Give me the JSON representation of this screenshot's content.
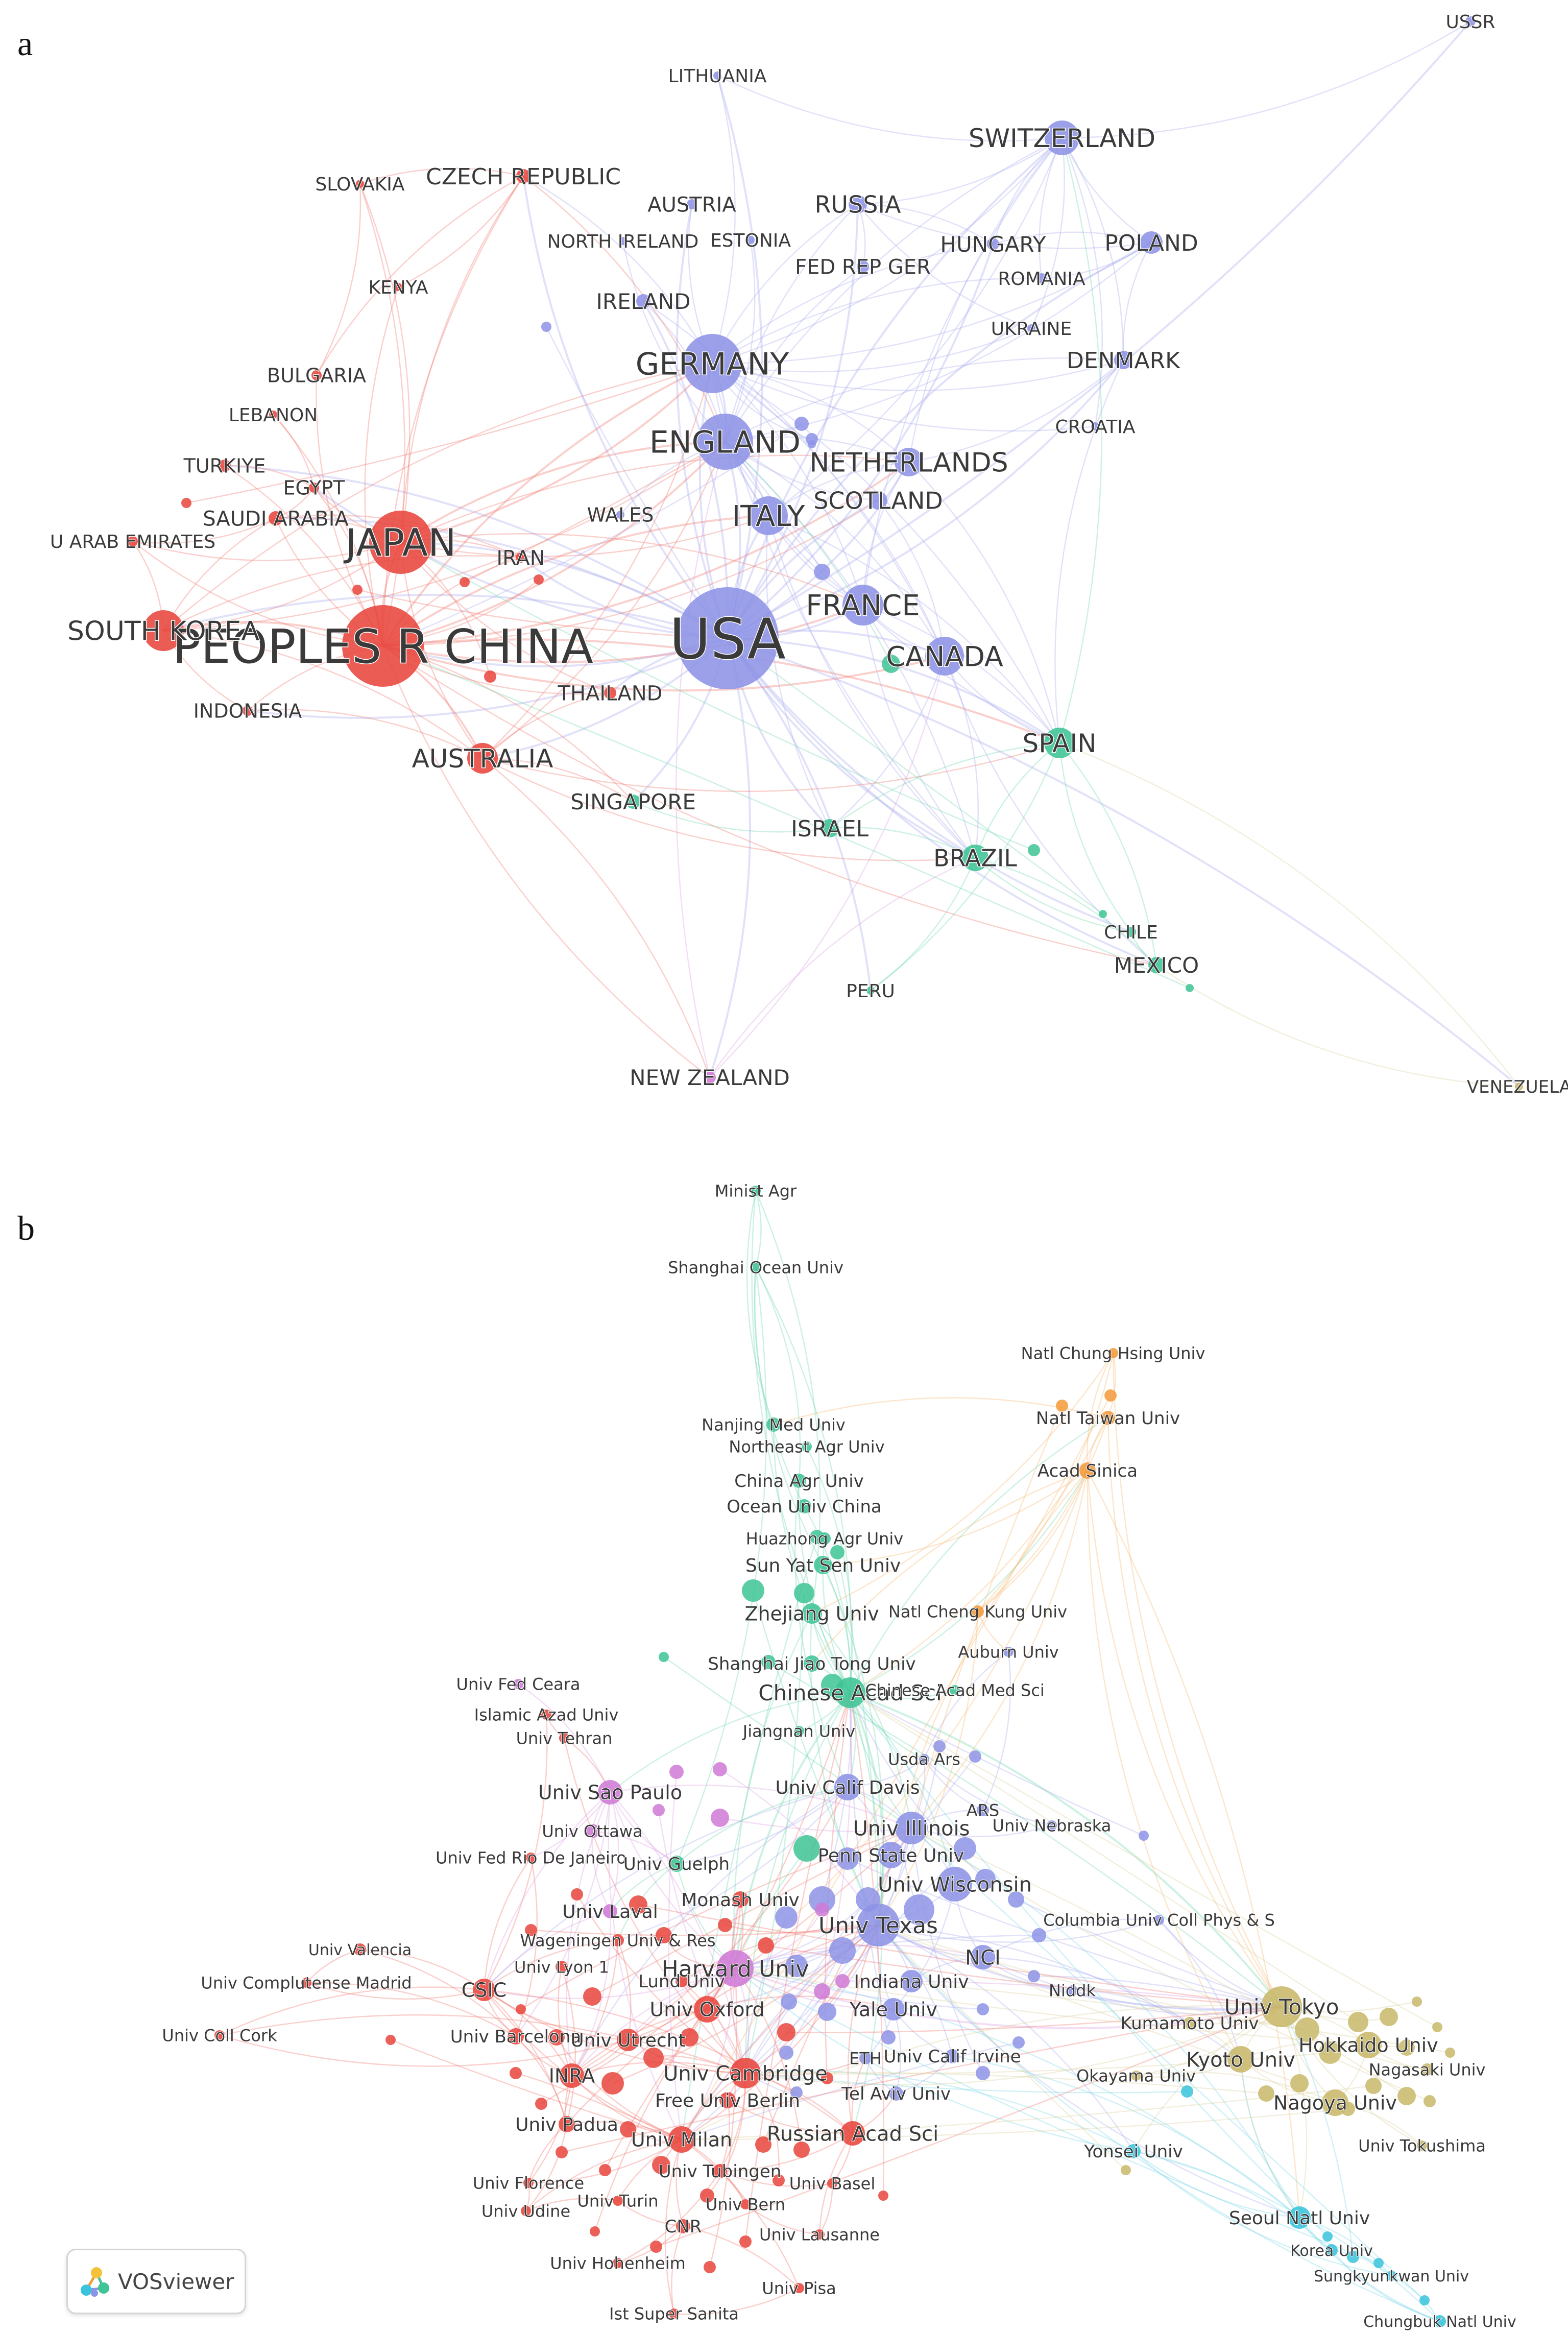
{
  "panel_a": {
    "letter": "a",
    "clusters": {
      "red": {
        "color": "#e8453c",
        "edge": "#f07870"
      },
      "blue": {
        "color": "#8d93e6",
        "edge": "#a8acef"
      },
      "green": {
        "color": "#3ec495",
        "edge": "#6fd7b0"
      },
      "purple": {
        "color": "#cf7ad6",
        "edge": "#dca0e2"
      },
      "yellow": {
        "color": "#c8b86a",
        "edge": "#ddd2a0"
      }
    },
    "nodes": [
      {
        "id": "usa",
        "label": "USA",
        "cluster": "blue",
        "size": 5
      },
      {
        "id": "china",
        "label": "PEOPLES R CHINA",
        "cluster": "red",
        "size": 4
      },
      {
        "id": "japan",
        "label": "JAPAN",
        "cluster": "red",
        "size": 3
      },
      {
        "id": "germany",
        "label": "GERMANY",
        "cluster": "blue",
        "size": 3
      },
      {
        "id": "england",
        "label": "ENGLAND",
        "cluster": "blue",
        "size": 3
      },
      {
        "id": "italy",
        "label": "ITALY",
        "cluster": "blue",
        "size": 2
      },
      {
        "id": "france",
        "label": "FRANCE",
        "cluster": "blue",
        "size": 2
      },
      {
        "id": "canada",
        "label": "CANADA",
        "cluster": "blue",
        "size": 2
      },
      {
        "id": "netherlands",
        "label": "NETHERLANDS",
        "cluster": "blue",
        "size": 2
      },
      {
        "id": "scotland",
        "label": "SCOTLAND",
        "cluster": "blue",
        "size": 1
      },
      {
        "id": "switzerland",
        "label": "SWITZERLAND",
        "cluster": "blue",
        "size": 2
      },
      {
        "id": "russia",
        "label": "RUSSIA",
        "cluster": "blue",
        "size": 1
      },
      {
        "id": "poland",
        "label": "POLAND",
        "cluster": "blue",
        "size": 1
      },
      {
        "id": "denmark",
        "label": "DENMARK",
        "cluster": "blue",
        "size": 1
      },
      {
        "id": "hungary",
        "label": "HUNGARY",
        "cluster": "blue",
        "size": 1
      },
      {
        "id": "romania",
        "label": "ROMANIA",
        "cluster": "blue",
        "size": 1
      },
      {
        "id": "ukraine",
        "label": "UKRAINE",
        "cluster": "blue",
        "size": 1
      },
      {
        "id": "croatia",
        "label": "CROATIA",
        "cluster": "blue",
        "size": 1
      },
      {
        "id": "fedrep",
        "label": "FED REP GER",
        "cluster": "blue",
        "size": 1
      },
      {
        "id": "austria",
        "label": "AUSTRIA",
        "cluster": "blue",
        "size": 1
      },
      {
        "id": "estonia",
        "label": "ESTONIA",
        "cluster": "blue",
        "size": 1
      },
      {
        "id": "nireland",
        "label": "NORTH IRELAND",
        "cluster": "blue",
        "size": 1
      },
      {
        "id": "ireland",
        "label": "IRELAND",
        "cluster": "blue",
        "size": 1
      },
      {
        "id": "lithuania",
        "label": "LITHUANIA",
        "cluster": "blue",
        "size": 1
      },
      {
        "id": "wales",
        "label": "WALES",
        "cluster": "blue",
        "size": 1
      },
      {
        "id": "ussr",
        "label": "USSR",
        "cluster": "blue",
        "size": 1
      },
      {
        "id": "southkorea",
        "label": "SOUTH KOREA",
        "cluster": "red",
        "size": 2
      },
      {
        "id": "australia",
        "label": "AUSTRALIA",
        "cluster": "red",
        "size": 2
      },
      {
        "id": "czech",
        "label": "CZECH REPUBLIC",
        "cluster": "red",
        "size": 1
      },
      {
        "id": "slovakia",
        "label": "SLOVAKIA",
        "cluster": "red",
        "size": 1
      },
      {
        "id": "kenya",
        "label": "KENYA",
        "cluster": "red",
        "size": 1
      },
      {
        "id": "bulgaria",
        "label": "BULGARIA",
        "cluster": "red",
        "size": 1
      },
      {
        "id": "lebanon",
        "label": "LEBANON",
        "cluster": "red",
        "size": 1
      },
      {
        "id": "turkiye",
        "label": "TURKIYE",
        "cluster": "red",
        "size": 1
      },
      {
        "id": "egypt",
        "label": "EGYPT",
        "cluster": "red",
        "size": 1
      },
      {
        "id": "saudi",
        "label": "SAUDI ARABIA",
        "cluster": "red",
        "size": 1
      },
      {
        "id": "uae",
        "label": "U ARAB EMIRATES",
        "cluster": "red",
        "size": 1
      },
      {
        "id": "iran",
        "label": "IRAN",
        "cluster": "red",
        "size": 1
      },
      {
        "id": "indonesia",
        "label": "INDONESIA",
        "cluster": "red",
        "size": 1
      },
      {
        "id": "thailand",
        "label": "THAILAND",
        "cluster": "red",
        "size": 1
      },
      {
        "id": "spain",
        "label": "SPAIN",
        "cluster": "green",
        "size": 2
      },
      {
        "id": "brazil",
        "label": "BRAZIL",
        "cluster": "green",
        "size": 2
      },
      {
        "id": "israel",
        "label": "ISRAEL",
        "cluster": "green",
        "size": 1
      },
      {
        "id": "singapore",
        "label": "SINGAPORE",
        "cluster": "green",
        "size": 1
      },
      {
        "id": "chile",
        "label": "CHILE",
        "cluster": "green",
        "size": 1
      },
      {
        "id": "mexico",
        "label": "MEXICO",
        "cluster": "green",
        "size": 1
      },
      {
        "id": "peru",
        "label": "PERU",
        "cluster": "green",
        "size": 1
      },
      {
        "id": "newzealand",
        "label": "NEW ZEALAND",
        "cluster": "purple",
        "size": 1
      },
      {
        "id": "venezuela",
        "label": "VENEZUELA",
        "cluster": "yellow",
        "size": 1
      }
    ]
  },
  "panel_b": {
    "letter": "b",
    "clusters": {
      "red": {
        "color": "#e8453c",
        "edge": "#f07870"
      },
      "blue": {
        "color": "#8d93e6",
        "edge": "#a8acef"
      },
      "green": {
        "color": "#3ec495",
        "edge": "#6fd7b0"
      },
      "orange": {
        "color": "#f39a3a",
        "edge": "#f5b870"
      },
      "purple": {
        "color": "#cf7ad6",
        "edge": "#dca0e2"
      },
      "yellow": {
        "color": "#c8b86a",
        "edge": "#ddd2a0"
      },
      "cyan": {
        "color": "#39c3dc",
        "edge": "#7ad7e8"
      }
    },
    "nodes": [
      {
        "id": "minist",
        "label": "Minist Agr",
        "cluster": "green",
        "size": 1
      },
      {
        "id": "shocean",
        "label": "Shanghai Ocean Univ",
        "cluster": "green",
        "size": 1
      },
      {
        "id": "nanjingmed",
        "label": "Nanjing Med Univ",
        "cluster": "green",
        "size": 1
      },
      {
        "id": "northeast",
        "label": "Northeast Agr Univ",
        "cluster": "green",
        "size": 1
      },
      {
        "id": "chinaagr",
        "label": "China Agr Univ",
        "cluster": "green",
        "size": 1
      },
      {
        "id": "oceanchina",
        "label": "Ocean Univ China",
        "cluster": "green",
        "size": 1
      },
      {
        "id": "huazhong",
        "label": "Huazhong Agr Univ",
        "cluster": "green",
        "size": 1
      },
      {
        "id": "sunyatsen",
        "label": "Sun Yat Sen Univ",
        "cluster": "green",
        "size": 2
      },
      {
        "id": "zhejiang",
        "label": "Zhejiang Univ",
        "cluster": "green",
        "size": 2
      },
      {
        "id": "shjiaotong",
        "label": "Shanghai Jiao Tong Univ",
        "cluster": "green",
        "size": 2
      },
      {
        "id": "cas",
        "label": "Chinese Acad Sci",
        "cluster": "green",
        "size": 3
      },
      {
        "id": "jiangnan",
        "label": "Jiangnan Univ",
        "cluster": "green",
        "size": 1
      },
      {
        "id": "chinmed",
        "label": "Chinese Acad Med Sci",
        "cluster": "green",
        "size": 1
      },
      {
        "id": "chunghsing",
        "label": "Natl Chung Hsing Univ",
        "cluster": "orange",
        "size": 1
      },
      {
        "id": "taiwan",
        "label": "Natl Taiwan Univ",
        "cluster": "orange",
        "size": 1
      },
      {
        "id": "sinica",
        "label": "Acad Sinica",
        "cluster": "orange",
        "size": 1
      },
      {
        "id": "chengkung",
        "label": "Natl Cheng Kung Univ",
        "cluster": "orange",
        "size": 1
      },
      {
        "id": "auburn",
        "label": "Auburn Univ",
        "cluster": "blue",
        "size": 1
      },
      {
        "id": "usda",
        "label": "Usda Ars",
        "cluster": "blue",
        "size": 1
      },
      {
        "id": "ars",
        "label": "ARS",
        "cluster": "blue",
        "size": 1
      },
      {
        "id": "ucdavis",
        "label": "Univ Calif Davis",
        "cluster": "blue",
        "size": 2
      },
      {
        "id": "illinois",
        "label": "Univ Illinois",
        "cluster": "blue",
        "size": 2
      },
      {
        "id": "nebraska",
        "label": "Univ Nebraska",
        "cluster": "blue",
        "size": 1
      },
      {
        "id": "pennstate",
        "label": "Penn State Univ",
        "cluster": "blue",
        "size": 2
      },
      {
        "id": "wisconsin",
        "label": "Univ Wisconsin",
        "cluster": "blue",
        "size": 2
      },
      {
        "id": "texas",
        "label": "Univ Texas",
        "cluster": "blue",
        "size": 3
      },
      {
        "id": "columbia",
        "label": "Columbia Univ Coll Phys & S",
        "cluster": "blue",
        "size": 1
      },
      {
        "id": "nci",
        "label": "NCI",
        "cluster": "blue",
        "size": 2
      },
      {
        "id": "harvard",
        "label": "Harvard Univ",
        "cluster": "purple",
        "size": 3
      },
      {
        "id": "indiana",
        "label": "Indiana Univ",
        "cluster": "blue",
        "size": 1
      },
      {
        "id": "niddk",
        "label": "Niddk",
        "cluster": "blue",
        "size": 1
      },
      {
        "id": "yale",
        "label": "Yale Univ",
        "cluster": "blue",
        "size": 2
      },
      {
        "id": "ucirvine",
        "label": "Univ Calif Irvine",
        "cluster": "blue",
        "size": 1
      },
      {
        "id": "telaviv",
        "label": "Tel Aviv Univ",
        "cluster": "blue",
        "size": 1
      },
      {
        "id": "eth",
        "label": "ETH",
        "cluster": "blue",
        "size": 1
      },
      {
        "id": "fedceara",
        "label": "Univ Fed Ceara",
        "cluster": "purple",
        "size": 1
      },
      {
        "id": "islamicazad",
        "label": "Islamic Azad Univ",
        "cluster": "red",
        "size": 1
      },
      {
        "id": "tehran",
        "label": "Univ Tehran",
        "cluster": "red",
        "size": 1
      },
      {
        "id": "saopaulo",
        "label": "Univ Sao Paulo",
        "cluster": "purple",
        "size": 2
      },
      {
        "id": "ottawa",
        "label": "Univ Ottawa",
        "cluster": "purple",
        "size": 1
      },
      {
        "id": "fedrio",
        "label": "Univ Fed Rio De Janeiro",
        "cluster": "red",
        "size": 1
      },
      {
        "id": "guelph",
        "label": "Univ Guelph",
        "cluster": "green",
        "size": 1
      },
      {
        "id": "laval",
        "label": "Univ Laval",
        "cluster": "purple",
        "size": 1
      },
      {
        "id": "monash",
        "label": "Monash Univ",
        "cluster": "red",
        "size": 1
      },
      {
        "id": "wageningen",
        "label": "Wageningen Univ & Res",
        "cluster": "red",
        "size": 1
      },
      {
        "id": "lyon",
        "label": "Univ Lyon 1",
        "cluster": "red",
        "size": 1
      },
      {
        "id": "lund",
        "label": "Lund Univ",
        "cluster": "red",
        "size": 1
      },
      {
        "id": "oxford",
        "label": "Univ Oxford",
        "cluster": "red",
        "size": 2
      },
      {
        "id": "valencia",
        "label": "Univ Valencia",
        "cluster": "red",
        "size": 1
      },
      {
        "id": "complutense",
        "label": "Univ Complutense Madrid",
        "cluster": "red",
        "size": 1
      },
      {
        "id": "csic",
        "label": "CSIC",
        "cluster": "red",
        "size": 2
      },
      {
        "id": "barcelona",
        "label": "Univ Barcelona",
        "cluster": "red",
        "size": 1
      },
      {
        "id": "utrecht",
        "label": "Univ Utrecht",
        "cluster": "red",
        "size": 2
      },
      {
        "id": "collcork",
        "label": "Univ Coll Cork",
        "cluster": "red",
        "size": 1
      },
      {
        "id": "inra",
        "label": "INRA",
        "cluster": "red",
        "size": 2
      },
      {
        "id": "cambridge",
        "label": "Univ Cambridge",
        "cluster": "red",
        "size": 2
      },
      {
        "id": "freeberlin",
        "label": "Free Univ Berlin",
        "cluster": "red",
        "size": 1
      },
      {
        "id": "padua",
        "label": "Univ Padua",
        "cluster": "red",
        "size": 1
      },
      {
        "id": "milan",
        "label": "Univ Milan",
        "cluster": "red",
        "size": 2
      },
      {
        "id": "russianacad",
        "label": "Russian Acad Sci",
        "cluster": "red",
        "size": 2
      },
      {
        "id": "florence",
        "label": "Univ Florence",
        "cluster": "red",
        "size": 1
      },
      {
        "id": "turin",
        "label": "Univ Turin",
        "cluster": "red",
        "size": 1
      },
      {
        "id": "tubingen",
        "label": "Univ Tubingen",
        "cluster": "red",
        "size": 1
      },
      {
        "id": "basel",
        "label": "Univ Basel",
        "cluster": "red",
        "size": 1
      },
      {
        "id": "udine",
        "label": "Univ Udine",
        "cluster": "red",
        "size": 1
      },
      {
        "id": "bern",
        "label": "Univ Bern",
        "cluster": "red",
        "size": 1
      },
      {
        "id": "cnr",
        "label": "CNR",
        "cluster": "red",
        "size": 1
      },
      {
        "id": "lausanne",
        "label": "Univ Lausanne",
        "cluster": "red",
        "size": 1
      },
      {
        "id": "hohenheim",
        "label": "Univ Hohenheim",
        "cluster": "red",
        "size": 1
      },
      {
        "id": "pisa",
        "label": "Univ Pisa",
        "cluster": "red",
        "size": 1
      },
      {
        "id": "supsanita",
        "label": "Ist Super Sanita",
        "cluster": "red",
        "size": 1
      },
      {
        "id": "tokyo",
        "label": "Univ Tokyo",
        "cluster": "yellow",
        "size": 3
      },
      {
        "id": "kumamoto",
        "label": "Kumamoto Univ",
        "cluster": "yellow",
        "size": 1
      },
      {
        "id": "hokkaido",
        "label": "Hokkaido Univ",
        "cluster": "yellow",
        "size": 2
      },
      {
        "id": "kyoto",
        "label": "Kyoto Univ",
        "cluster": "yellow",
        "size": 2
      },
      {
        "id": "nagasaki",
        "label": "Nagasaki Univ",
        "cluster": "yellow",
        "size": 1
      },
      {
        "id": "okayama",
        "label": "Okayama Univ",
        "cluster": "yellow",
        "size": 1
      },
      {
        "id": "nagoya",
        "label": "Nagoya Univ",
        "cluster": "yellow",
        "size": 2
      },
      {
        "id": "tokushima",
        "label": "Univ Tokushima",
        "cluster": "yellow",
        "size": 1
      },
      {
        "id": "yonsei",
        "label": "Yonsei Univ",
        "cluster": "cyan",
        "size": 1
      },
      {
        "id": "seoul",
        "label": "Seoul Natl Univ",
        "cluster": "cyan",
        "size": 2
      },
      {
        "id": "korea",
        "label": "Korea Univ",
        "cluster": "cyan",
        "size": 1
      },
      {
        "id": "sungkyunkwan",
        "label": "Sungkyunkwan Univ",
        "cluster": "cyan",
        "size": 1
      },
      {
        "id": "chungbuk",
        "label": "Chungbuk Natl Univ",
        "cluster": "cyan",
        "size": 1
      }
    ],
    "logo": {
      "text": "VOSviewer",
      "icon": "vosviewer-logo-icon"
    }
  }
}
